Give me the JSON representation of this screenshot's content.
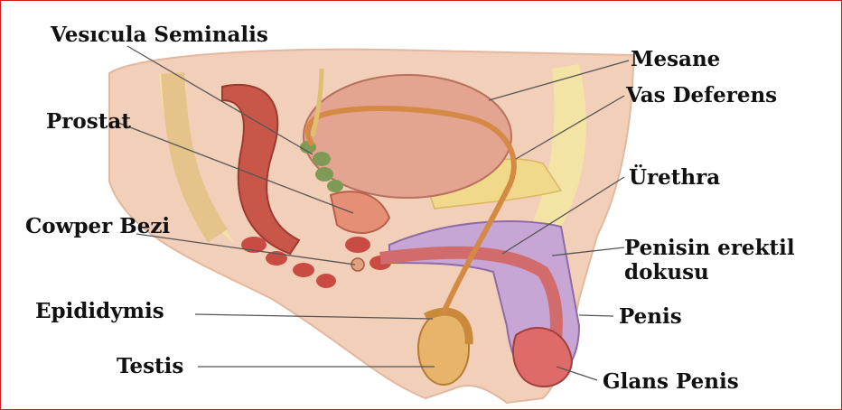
{
  "labels": {
    "vesicula": "Vesıcula Seminalis",
    "prostat": "Prostat",
    "cowper": "Cowper Bezi",
    "epididymis": "Epididymis",
    "testis": "Testis",
    "mesane": "Mesane",
    "vas": "Vas Deferens",
    "urethra": "Ürethra",
    "erektil1": "Penisin erektil",
    "erektil2": "dokusu",
    "penis": "Penis",
    "glans": "Glans Penis"
  },
  "colors": {
    "frame": "#d11a1a",
    "skin": "#f2cfb8",
    "fat": "#f3e4a6",
    "bladder": "#e3a592",
    "rectum": "#c8574a",
    "vas": "#d48a45",
    "erectile": "#c7a6d6",
    "testis": "#e8b46a",
    "leader": "#555555"
  }
}
